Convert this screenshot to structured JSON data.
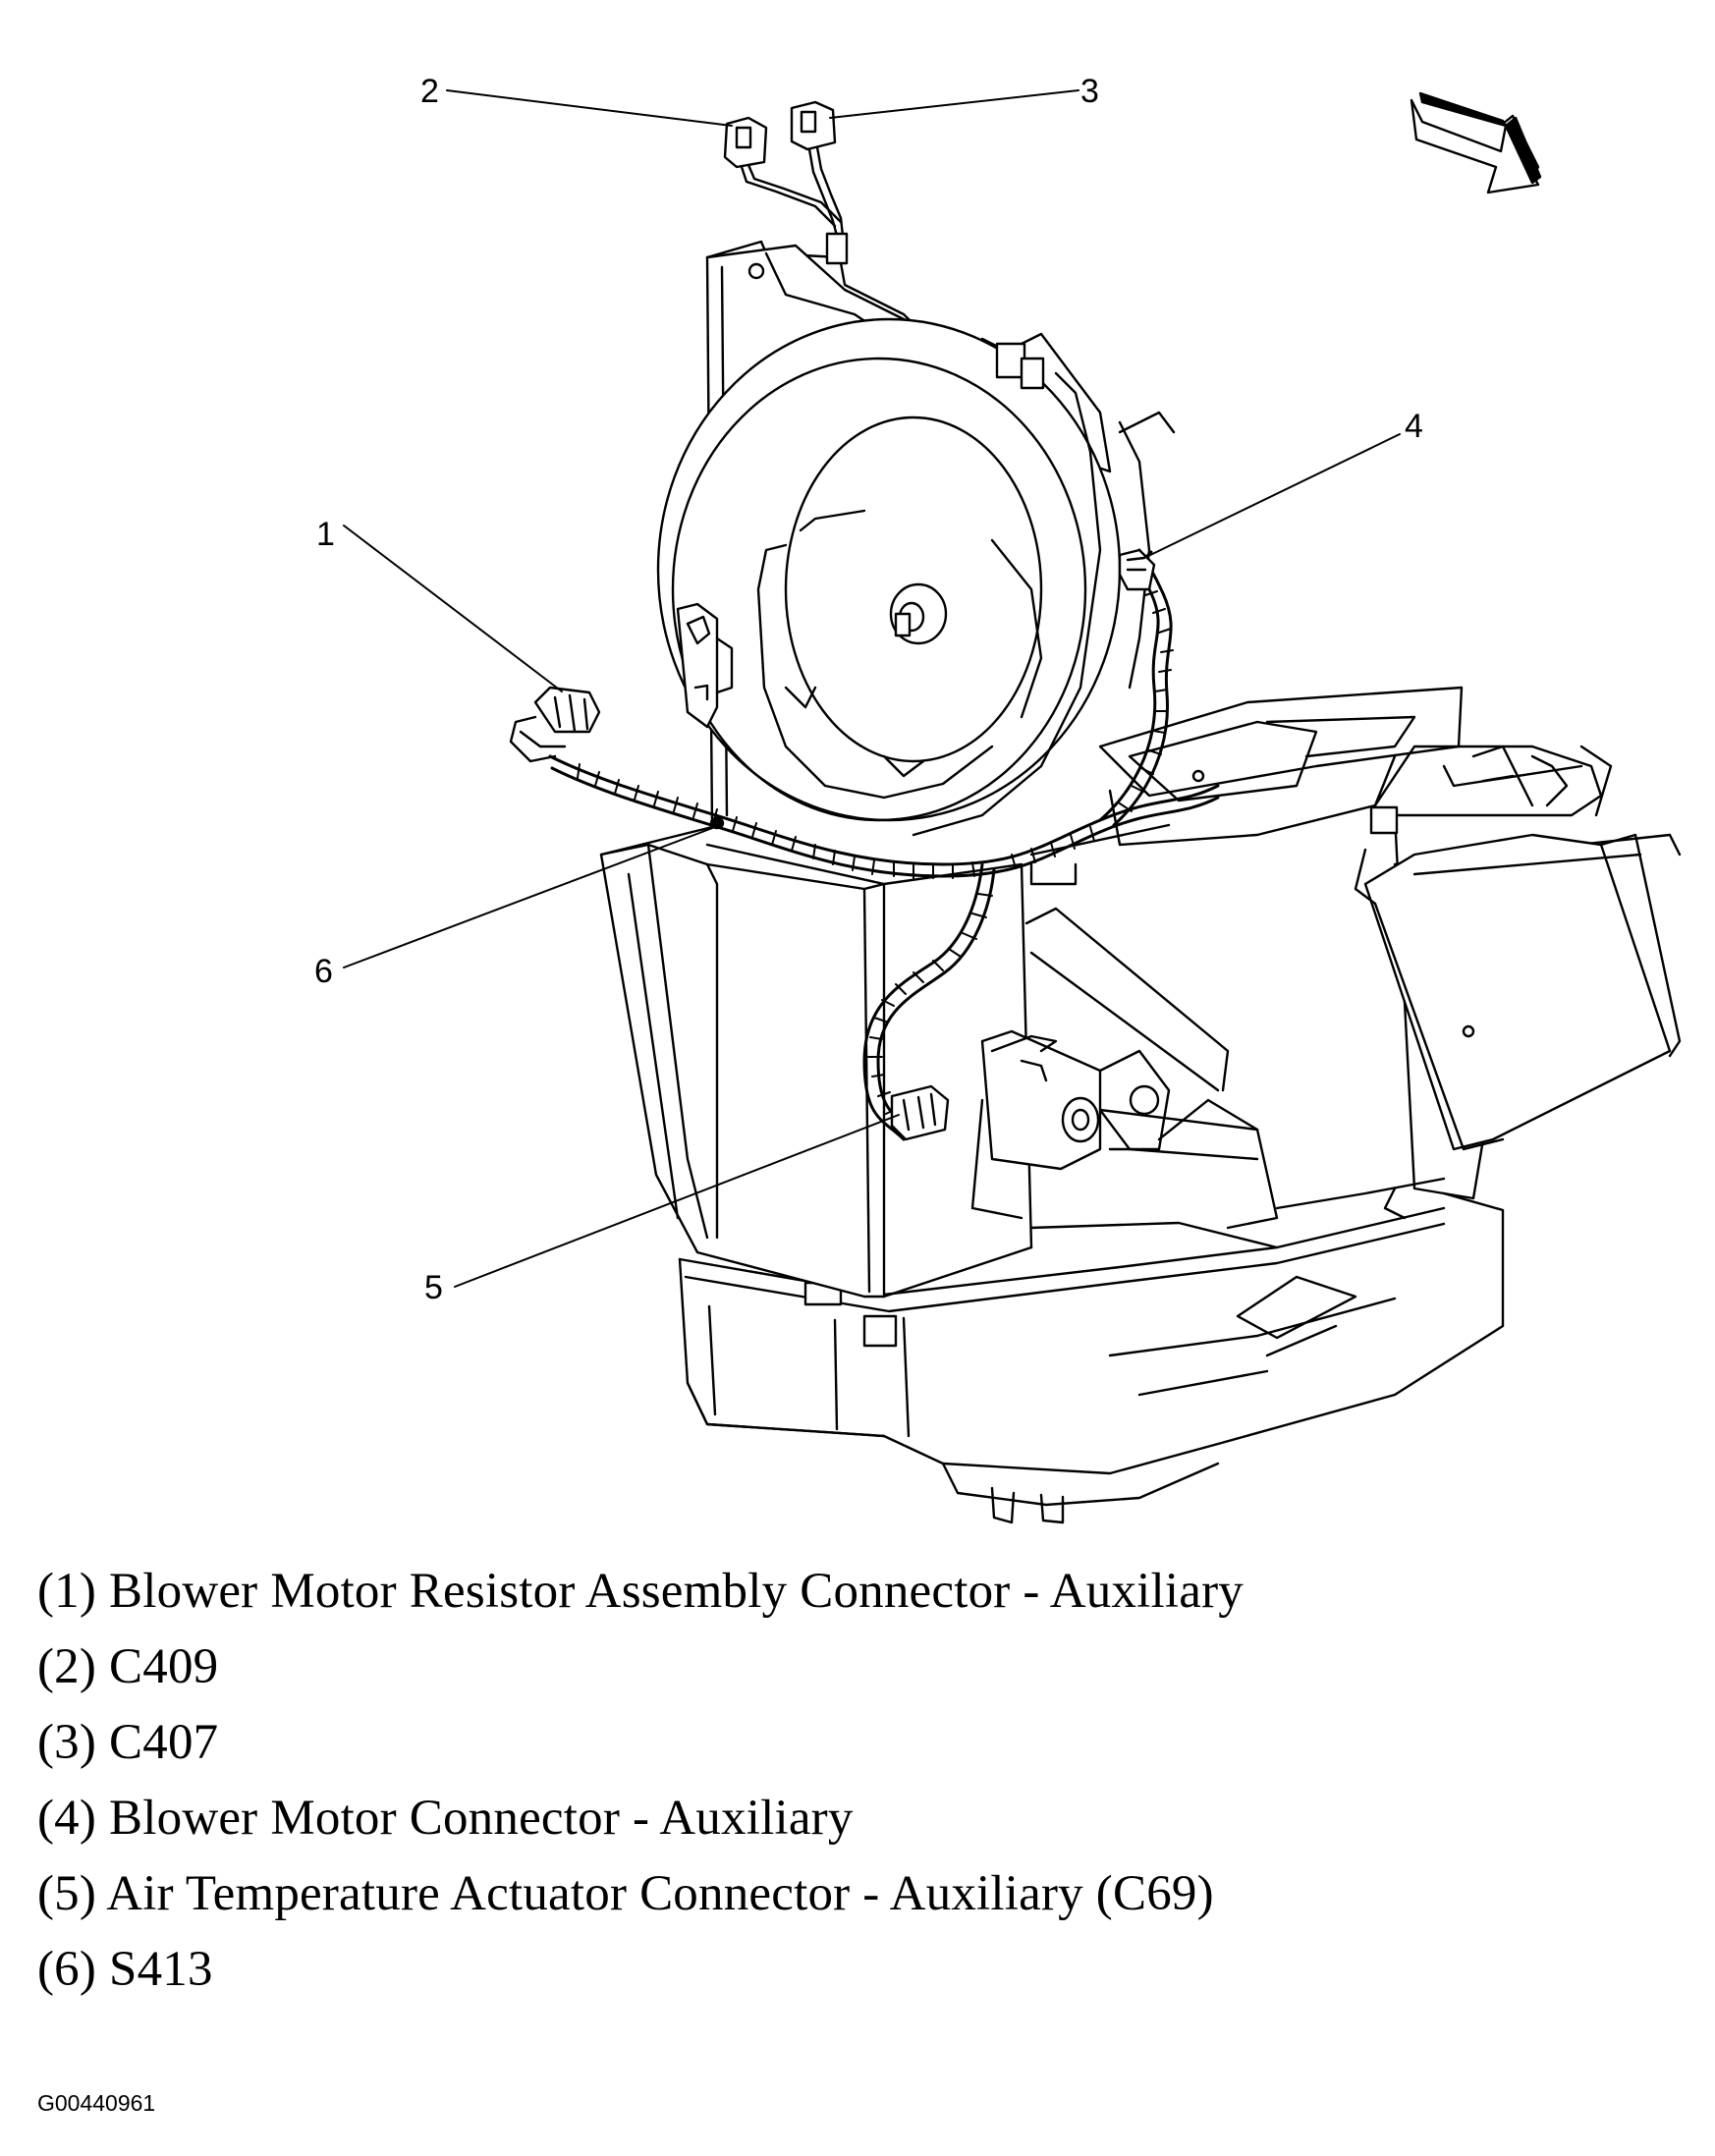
{
  "callouts": [
    "1",
    "2",
    "3",
    "4",
    "5",
    "6"
  ],
  "legend": [
    {
      "num": "(1)",
      "text": "Blower Motor Resistor Assembly Connector - Auxiliary"
    },
    {
      "num": "(2)",
      "text": "C409"
    },
    {
      "num": "(3)",
      "text": "C407"
    },
    {
      "num": "(4)",
      "text": "Blower Motor Connector - Auxiliary"
    },
    {
      "num": "(5)",
      "text": "Air Temperature Actuator Connector - Auxiliary (C69)"
    },
    {
      "num": "(6)",
      "text": "S413"
    }
  ],
  "figure_id": "G00440961",
  "colors": {
    "line": "#000000",
    "background": "#ffffff"
  }
}
